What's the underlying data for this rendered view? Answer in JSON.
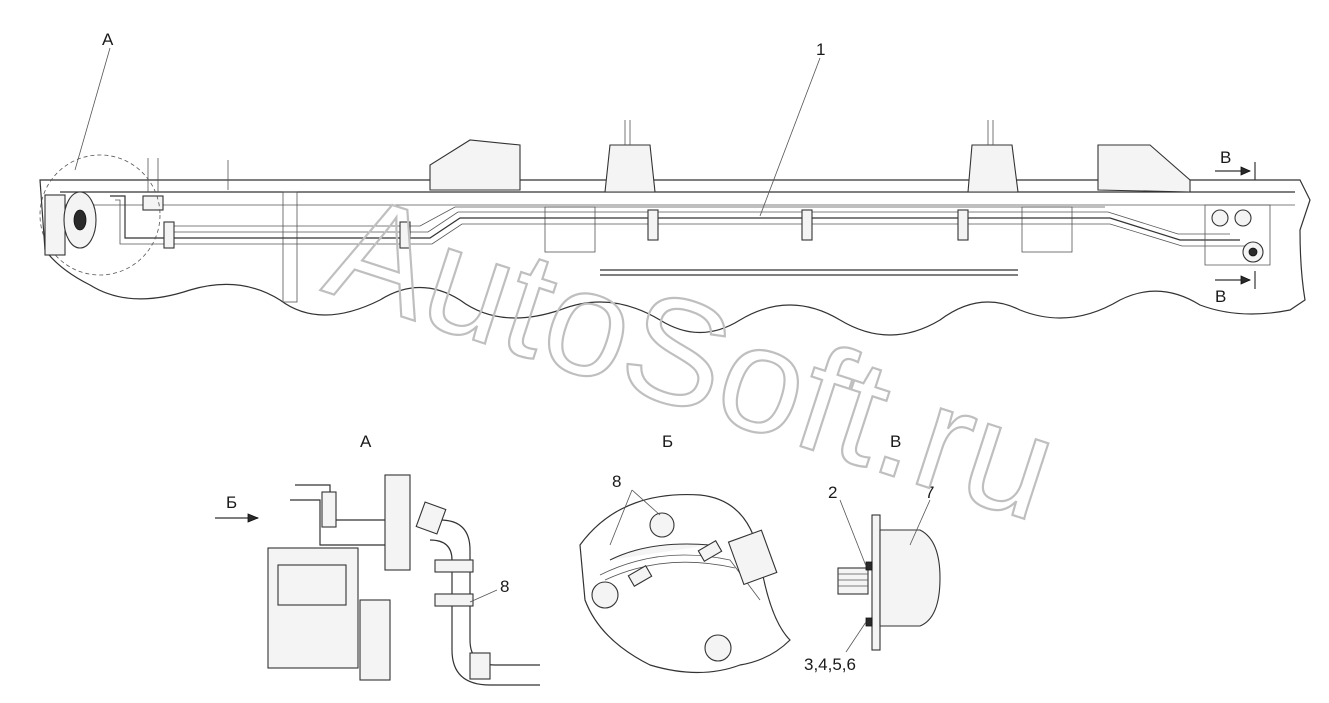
{
  "watermark": "AutoSoft.ru",
  "labels": {
    "view_a_main": "А",
    "pos_1": "1",
    "view_v_top": "В",
    "view_v_bottom": "В",
    "view_a_title": "А",
    "view_b_title": "Б",
    "view_v_title": "В",
    "arrow_b": "Б",
    "pos_8_a": "8",
    "pos_8_b": "8",
    "pos_2": "2",
    "pos_7": "7",
    "pos_3456": "3,4,5,6"
  }
}
